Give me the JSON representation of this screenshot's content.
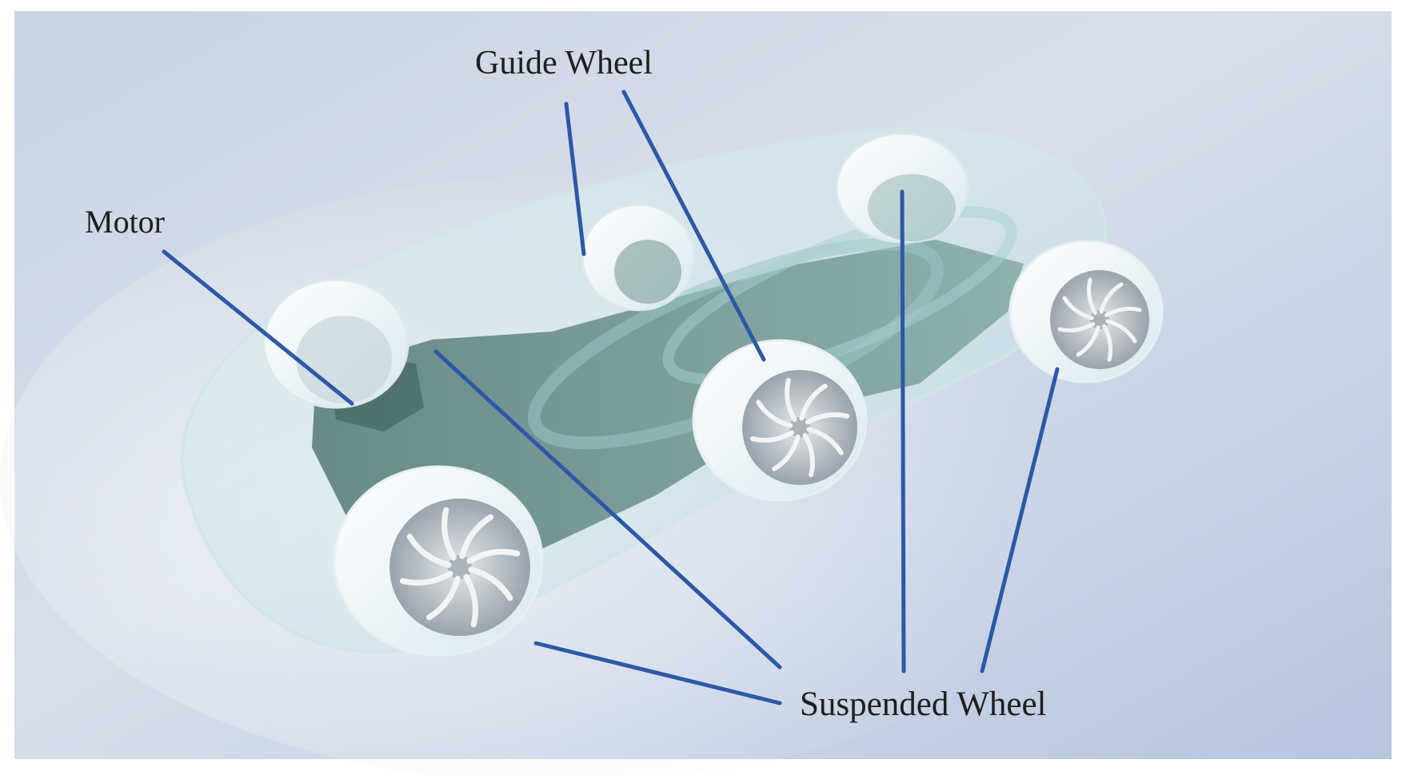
{
  "labels": {
    "guide_wheel": "Guide Wheel",
    "motor": "Motor",
    "suspended_wheel": "Suspended Wheel"
  },
  "colors": {
    "background_top": "#a9bdd9",
    "background_bottom": "#d6dde8",
    "leader_line": "#2c59a6",
    "shell": "#cfe7ea",
    "chassis": "#5f8884",
    "wheel_tire": "#f3f8fb",
    "wheel_hub": "#b9c2c9"
  }
}
